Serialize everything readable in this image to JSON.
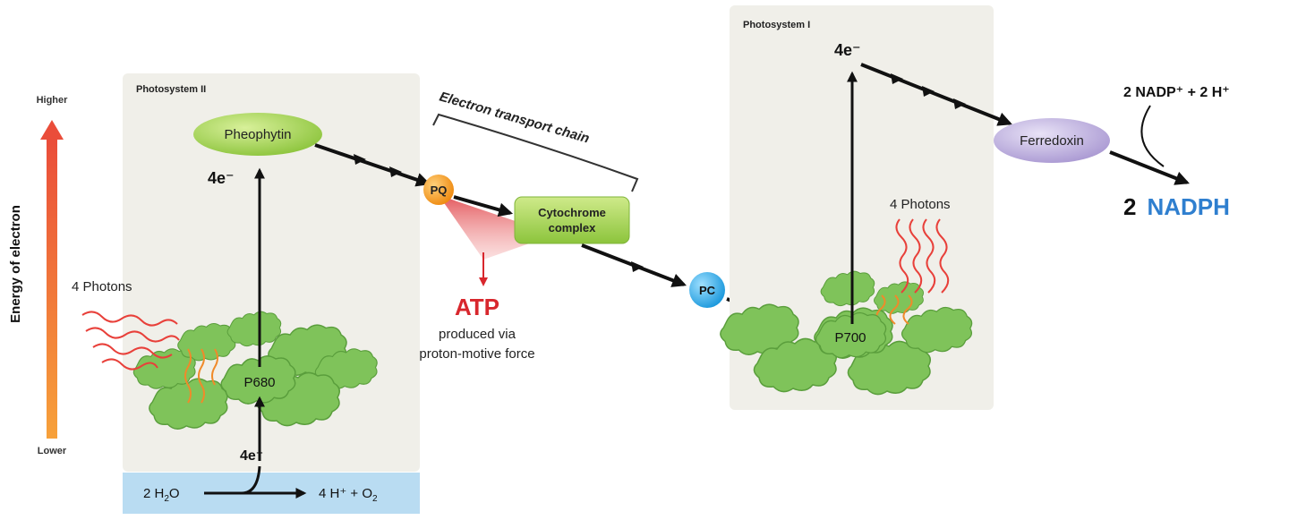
{
  "energy_axis": {
    "label": "Energy of electron",
    "higher": "Higher",
    "lower": "Lower"
  },
  "photosystem_ii": {
    "title": "Photosystem II",
    "pheophytin": "Pheophytin",
    "electrons_up": "4e⁻",
    "electrons_in": "4e⁻",
    "photons": "4 Photons",
    "reaction_center": "P680"
  },
  "water_split": {
    "reactant_coef": "2 H",
    "reactant_sub": "2",
    "reactant_end": "O",
    "products": "4 H⁺ + O",
    "products_sub": "2"
  },
  "transport_chain": {
    "label": "Electron transport chain",
    "pq": "PQ",
    "cytochrome_line1": "Cytochrome",
    "cytochrome_line2": "complex",
    "pc": "PC"
  },
  "atp": {
    "label": "ATP",
    "note_line1": "produced via",
    "note_line2": "proton-motive force"
  },
  "photosystem_i": {
    "title": "Photosystem I",
    "electrons_up": "4e⁻",
    "photons": "4 Photons",
    "reaction_center": "P700"
  },
  "ferredoxin": {
    "label": "Ferredoxin",
    "nadp_input": "2 NADP⁺ +  2 H⁺",
    "product_coef": "2",
    "product_name": "NADPH"
  },
  "colors": {
    "panel": "#f0efe9",
    "water_band": "#b9dcf2",
    "pheophytin": "#a8d45a",
    "pq": "#f39a1c",
    "pc": "#2eaae6",
    "ferredoxin": "#bcaedc",
    "atp": "#d8272d",
    "nadph": "#2f7fcf",
    "energy_arrow_top": "#ea4d3a",
    "energy_arrow_bottom": "#f7a13a"
  }
}
